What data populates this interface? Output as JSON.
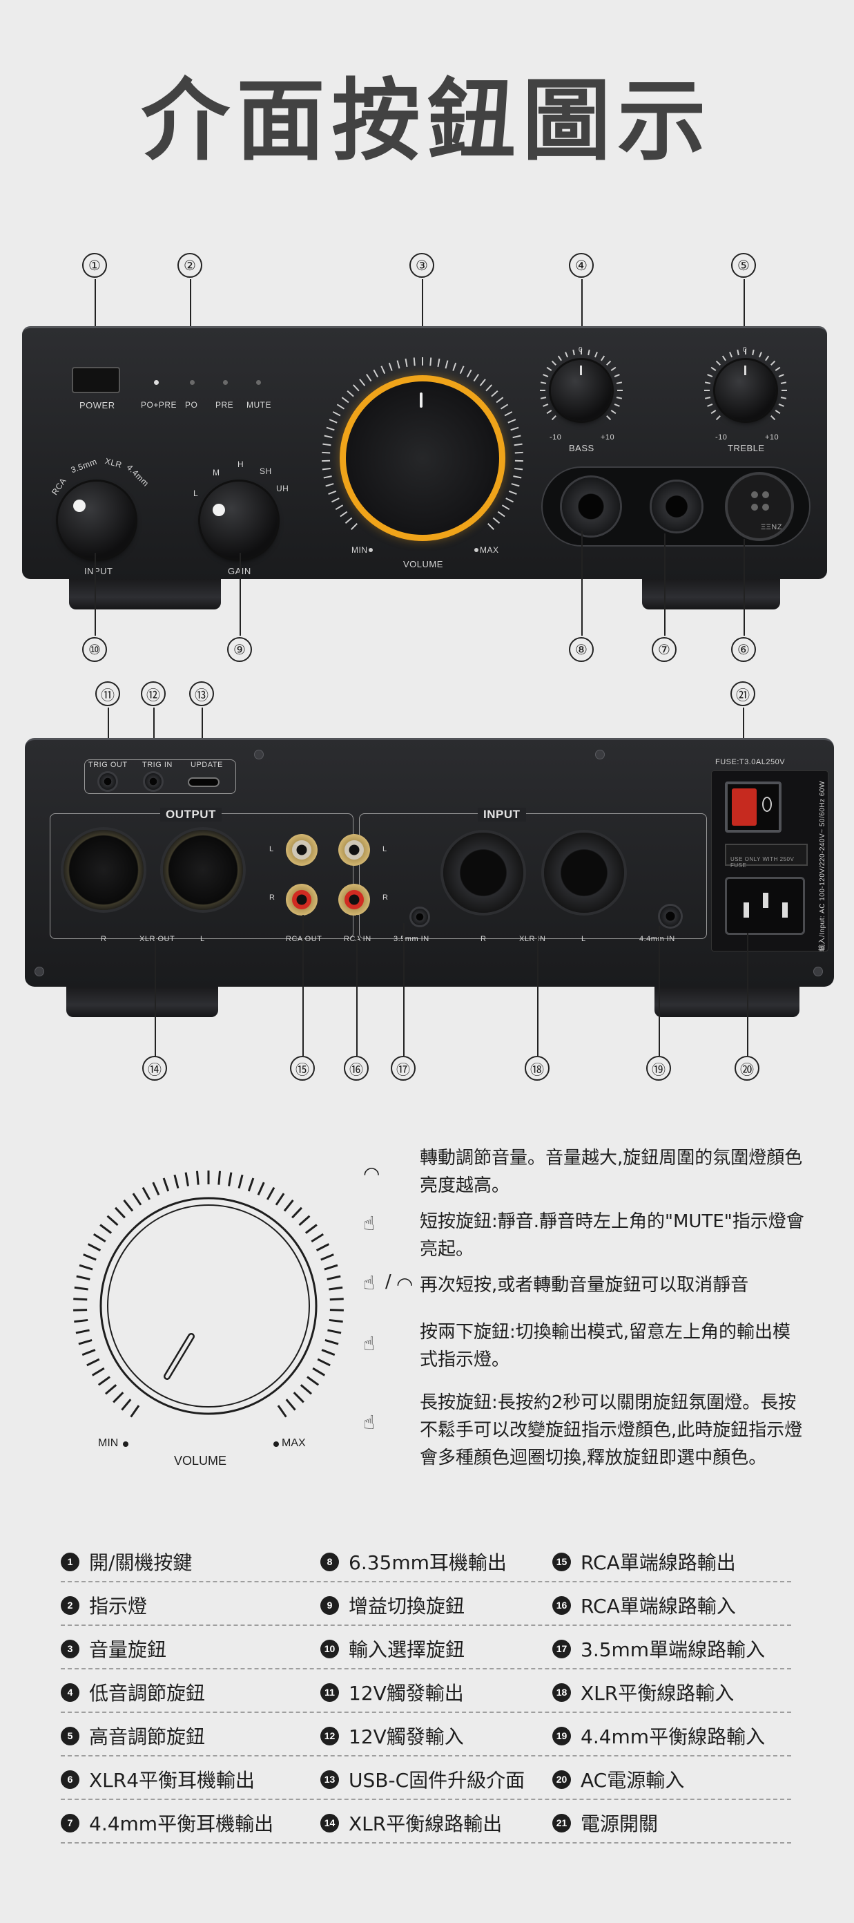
{
  "title": "介面按鈕圖示",
  "front_panel": {
    "callouts_top": [
      "①",
      "②",
      "③",
      "④",
      "⑤"
    ],
    "callouts_bottom": [
      "⑩",
      "⑨",
      "⑧",
      "⑦",
      "⑥"
    ],
    "power_label": "POWER",
    "indicator_labels": [
      "PO+PRE",
      "PO",
      "PRE",
      "MUTE"
    ],
    "input_label": "INPUT",
    "input_marks": [
      "RCA",
      "3.5mm",
      "XLR",
      "4.4mm"
    ],
    "gain_label": "GAIN",
    "gain_marks": [
      "L",
      "M",
      "H",
      "SH",
      "UH"
    ],
    "volume_label": "VOLUME",
    "volume_min": "MIN",
    "volume_max": "MAX",
    "bass_label": "BASS",
    "treble_label": "TREBLE",
    "tone_min": "-10",
    "tone_max": "+10",
    "tone_center": "0",
    "brand": "ΞΞNZ"
  },
  "rear_panel": {
    "callouts_top": [
      "⑪",
      "⑫",
      "⑬",
      "㉑"
    ],
    "callouts_bottom": [
      "⑭",
      "⑮",
      "⑯",
      "⑰",
      "⑱",
      "⑲",
      "⑳"
    ],
    "trig_out": "TRIG OUT",
    "trig_in": "TRIG IN",
    "update": "UPDATE",
    "output_title": "OUTPUT",
    "input_title": "INPUT",
    "xlr_out": "XLR OUT",
    "rca_out": "RCA OUT",
    "rca_in": "RCA IN",
    "mm35_in": "3.5mm IN",
    "xlr_in": "XLR IN",
    "mm44_in": "4.4mm IN",
    "fuse": "FUSE:T3.0AL250V",
    "fuse_note": "USE ONLY WITH 250V FUSE",
    "power_input": "輸入/Input: AC 100-120V/220-240V~ 50/60Hz 60W",
    "ch_r": "R",
    "ch_l": "L"
  },
  "volume_diagram": {
    "min": "MIN",
    "max": "MAX",
    "label": "VOLUME"
  },
  "instructions": [
    {
      "icon": "rotate-icon",
      "text": "轉動調節音量。音量越大,旋鈕周圍的氛圍燈顏色亮度越高。"
    },
    {
      "icon": "press-icon",
      "text": "短按旋鈕:靜音.靜音時左上角的\"MUTE\"指示燈會亮起。"
    },
    {
      "icon": "press-rotate-icon",
      "prefix": "/",
      "text": "再次短按,或者轉動音量旋鈕可以取消靜音"
    },
    {
      "icon": "double-press-icon",
      "text": "按兩下旋鈕:切換輸出模式,留意左上角的輸出模式指示燈。"
    },
    {
      "icon": "long-press-icon",
      "text": "長按旋鈕:長按約2秒可以關閉旋鈕氛圍燈。長按不鬆手可以改變旋鈕指示燈顏色,此時旋鈕指示燈會多種顏色迴圈切換,釋放旋鈕即選中顏色。"
    }
  ],
  "legend": [
    {
      "num": "1",
      "label": "開/關機按鍵"
    },
    {
      "num": "8",
      "label": "6.35mm耳機輸出"
    },
    {
      "num": "15",
      "label": "RCA單端線路輸出"
    },
    {
      "num": "2",
      "label": "指示燈"
    },
    {
      "num": "9",
      "label": "增益切換旋鈕"
    },
    {
      "num": "16",
      "label": "RCA單端線路輸入"
    },
    {
      "num": "3",
      "label": "音量旋鈕"
    },
    {
      "num": "10",
      "label": "輸入選擇旋鈕"
    },
    {
      "num": "17",
      "label": "3.5mm單端線路輸入"
    },
    {
      "num": "4",
      "label": "低音調節旋鈕"
    },
    {
      "num": "11",
      "label": "12V觸發輸出"
    },
    {
      "num": "18",
      "label": "XLR平衡線路輸入"
    },
    {
      "num": "5",
      "label": "高音調節旋鈕"
    },
    {
      "num": "12",
      "label": "12V觸發輸入"
    },
    {
      "num": "19",
      "label": "4.4mm平衡線路輸入"
    },
    {
      "num": "6",
      "label": "XLR4平衡耳機輸出"
    },
    {
      "num": "13",
      "label": "USB-C固件升級介面"
    },
    {
      "num": "20",
      "label": "AC電源輸入"
    },
    {
      "num": "7",
      "label": "4.4mm平衡耳機輸出"
    },
    {
      "num": "14",
      "label": "XLR平衡線路輸出"
    },
    {
      "num": "21",
      "label": "電源開關"
    }
  ]
}
